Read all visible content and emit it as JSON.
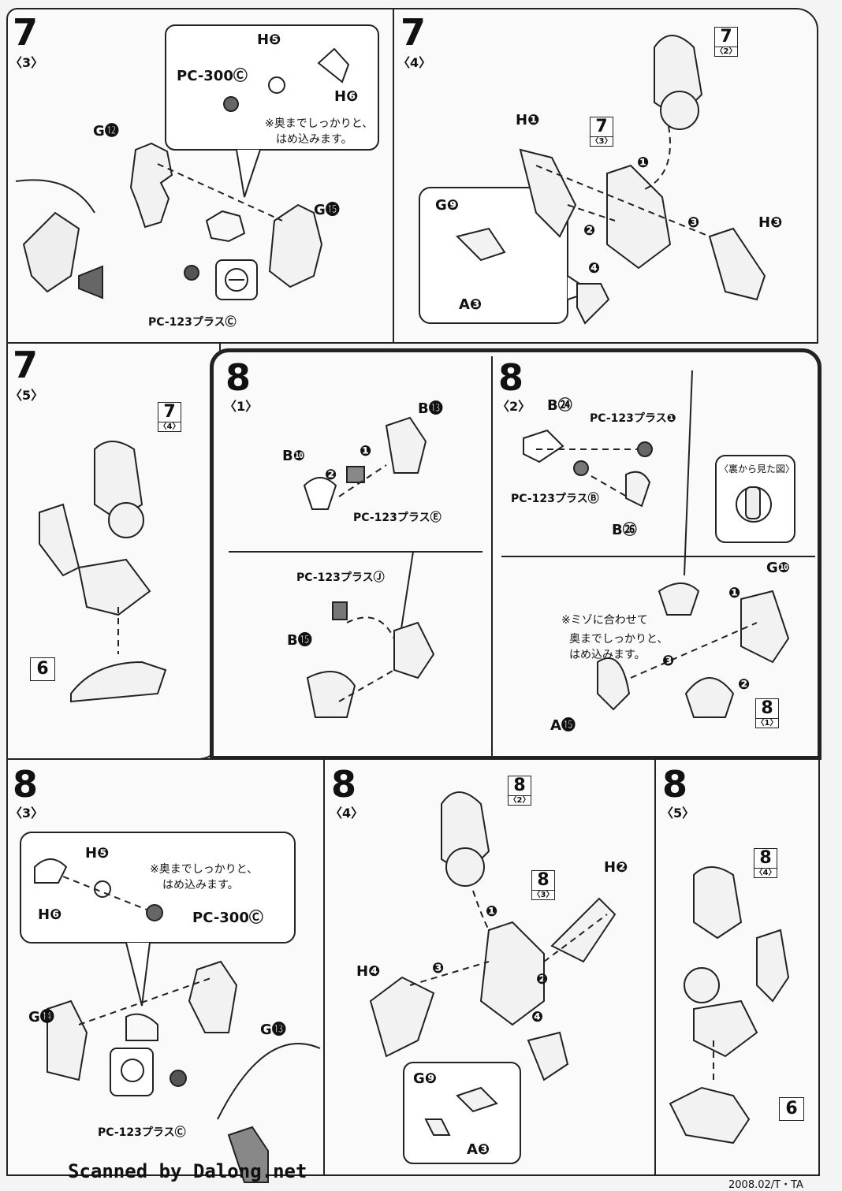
{
  "panels": {
    "p7_3": {
      "step": "7",
      "sub": "〈3〉",
      "h5": "H❺",
      "h6": "H❻",
      "pc300": "PC-300Ⓒ",
      "note1": "※奥までしっかりと、",
      "note2": "はめ込みます。",
      "g12": "G⓬",
      "g15": "G⓯",
      "pc123": "PC-123プラスⒸ"
    },
    "p7_4": {
      "step": "7",
      "sub": "〈4〉",
      "ref_a_n": "7",
      "ref_a_s": "〈2〉",
      "ref_b_n": "7",
      "ref_b_s": "〈3〉",
      "h1": "H❶",
      "h3": "H❸",
      "g9": "G❾",
      "a3": "A❸",
      "n1": "❶",
      "n2": "❷",
      "n3": "❸",
      "n4": "❹"
    },
    "p7_5": {
      "step": "7",
      "sub": "〈5〉",
      "ref_n": "7",
      "ref_s": "〈4〉",
      "six": "6"
    },
    "p8_1": {
      "step": "8",
      "sub": "〈1〉",
      "b13": "B⓭",
      "b10": "B❿",
      "pcE": "PC-123プラスⒺ",
      "pcJ": "PC-123プラスⒿ",
      "b15": "B⓯",
      "n1": "❶",
      "n2": "❷"
    },
    "p8_2": {
      "step": "8",
      "sub": "〈2〉",
      "b24": "B㉔",
      "pcI": "PC-123プラス❶",
      "pcB": "PC-123プラスⒷ",
      "b26": "B㉖",
      "view": "〈裏から見た図〉",
      "g10": "G❿",
      "note1": "※ミゾに合わせて",
      "note2": "奥までしっかりと、",
      "note3": "はめ込みます。",
      "a15": "A⓯",
      "ref_n": "8",
      "ref_s": "〈1〉",
      "n1": "❶",
      "n2": "❷",
      "n3": "❸"
    },
    "p8_3": {
      "step": "8",
      "sub": "〈3〉",
      "h5": "H❺",
      "h6": "H❻",
      "note1": "※奥までしっかりと、",
      "note2": "はめ込みます。",
      "pc300": "PC-300Ⓒ",
      "g14": "G⓮",
      "g13": "G⓭",
      "pc123": "PC-123プラスⒸ"
    },
    "p8_4": {
      "step": "8",
      "sub": "〈4〉",
      "ref_a_n": "8",
      "ref_a_s": "〈2〉",
      "ref_b_n": "8",
      "ref_b_s": "〈3〉",
      "h2": "H❷",
      "h4": "H❹",
      "g9": "G❾",
      "a3": "A❸",
      "n1": "❶",
      "n2": "❷",
      "n3": "❸",
      "n4": "❹"
    },
    "p8_5": {
      "step": "8",
      "sub": "〈5〉",
      "ref_n": "8",
      "ref_s": "〈4〉",
      "six": "6"
    }
  },
  "footer": {
    "scanner": "Scanned by Dalong.net",
    "date": "2008.02/T・TA"
  }
}
